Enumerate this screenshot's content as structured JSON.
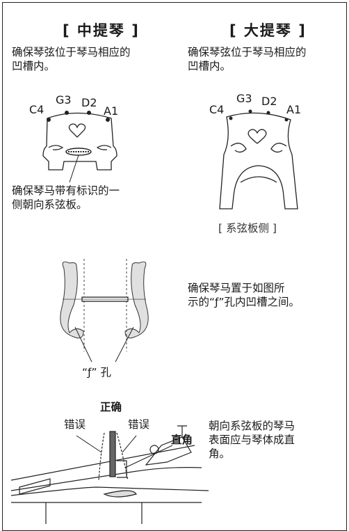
{
  "viola": {
    "title": "[ 中提琴 ]",
    "instruction": [
      "确保琴弦位于琴马相应的",
      "凹槽内。"
    ],
    "strings": [
      "C4",
      "G3",
      "D2",
      "A1"
    ],
    "marker_note": [
      "确保琴马带有标识的一",
      "侧朝向系弦板。"
    ]
  },
  "cello": {
    "title": "[ 大提琴 ]",
    "instruction": [
      "确保琴弦位于琴马相应的",
      "凹槽内。"
    ],
    "strings": [
      "C4",
      "G3",
      "D2",
      "A1"
    ],
    "side_caption": "[ 系弦板侧 ]"
  },
  "f_hole": {
    "instruction": [
      "确保琴马置于如图所",
      "示的“ƒ”孔内凹槽之间。"
    ],
    "label": "“ƒ” 孔"
  },
  "angle": {
    "correct": "正确",
    "wrong_left": "错误",
    "wrong_right": "错误",
    "right_angle": "直角",
    "instruction": [
      "朝向系弦板的琴马",
      "表面应与琴体成直",
      "角。"
    ]
  }
}
